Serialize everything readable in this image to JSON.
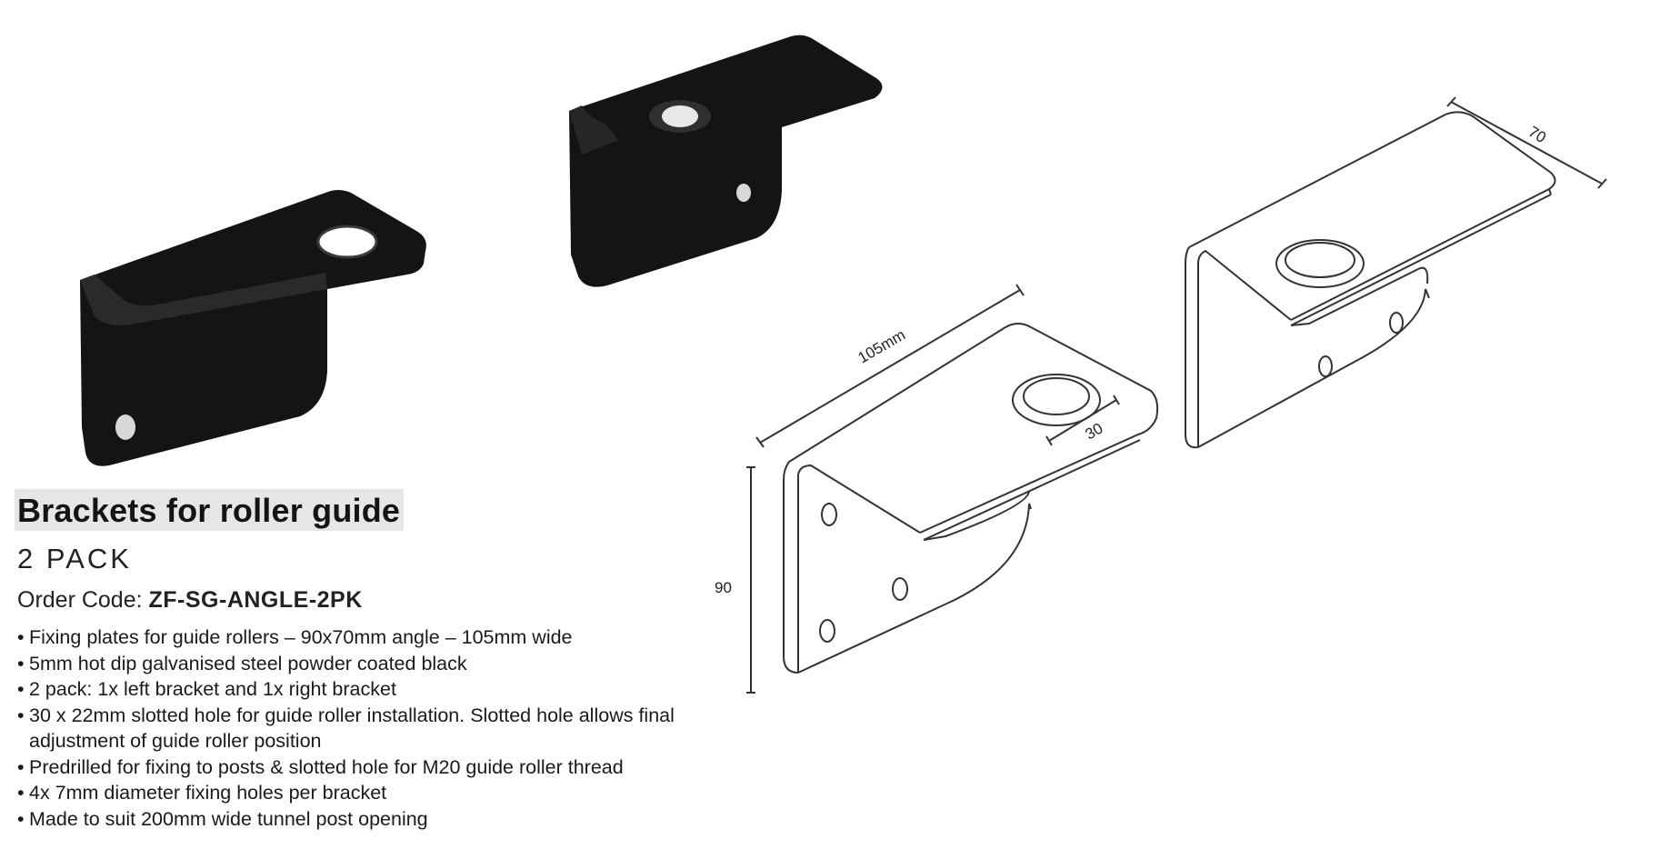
{
  "product": {
    "title": "Brackets for roller guide",
    "pack": "2 PACK",
    "order_code_label": "Order Code:",
    "order_code": "ZF-SG-ANGLE-2PK"
  },
  "features": [
    "Fixing plates for guide rollers – 90x70mm angle – 105mm wide",
    "5mm hot dip galvanised steel powder coated black",
    "2 pack: 1x left bracket and 1x right bracket",
    "30 x 22mm slotted hole for guide roller installation. Slotted hole allows final adjustment of guide roller position",
    "Predrilled for fixing to posts & slotted hole for M20 guide roller thread",
    "4x 7mm diameter fixing holes per bracket",
    "Made to suit 200mm wide tunnel post opening"
  ],
  "diagram": {
    "dim_width": "105mm",
    "dim_slot": "30",
    "dim_height": "90",
    "dim_depth": "70"
  },
  "colors": {
    "bracket": "#141414",
    "outline": "#333333",
    "title_highlight": "#e6e6e6"
  }
}
